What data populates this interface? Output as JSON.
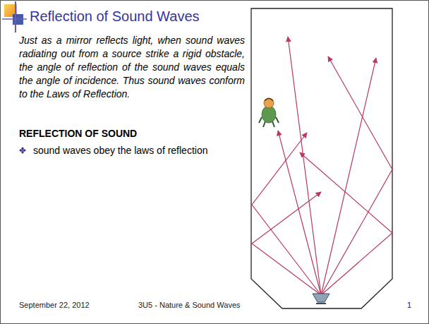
{
  "diagram": {
    "title": "Reflection of Sound Waves",
    "labels": [
      "Just as a mirror reflects light, when sound waves radiating out from a source strike a rigid obstacle, the angle of reflection of the sound waves equals the angle of incidence. Thus sound waves conform to the Laws of Reflection.",
      "REFLECTION OF SOUND",
      "sound waves obey the laws of reflection",
      "September 22, 2012",
      "3U5 - Nature & Sound Waves",
      "1"
    ]
  }
}
